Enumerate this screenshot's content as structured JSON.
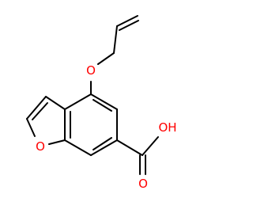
{
  "colors": {
    "bond": "#000000",
    "oxygen": "#ff0000",
    "background": "#ffffff"
  },
  "labels": {
    "ether_oxygen": "O",
    "furan_oxygen": "O",
    "hydroxyl": "OH",
    "carbonyl_oxygen": "O"
  }
}
